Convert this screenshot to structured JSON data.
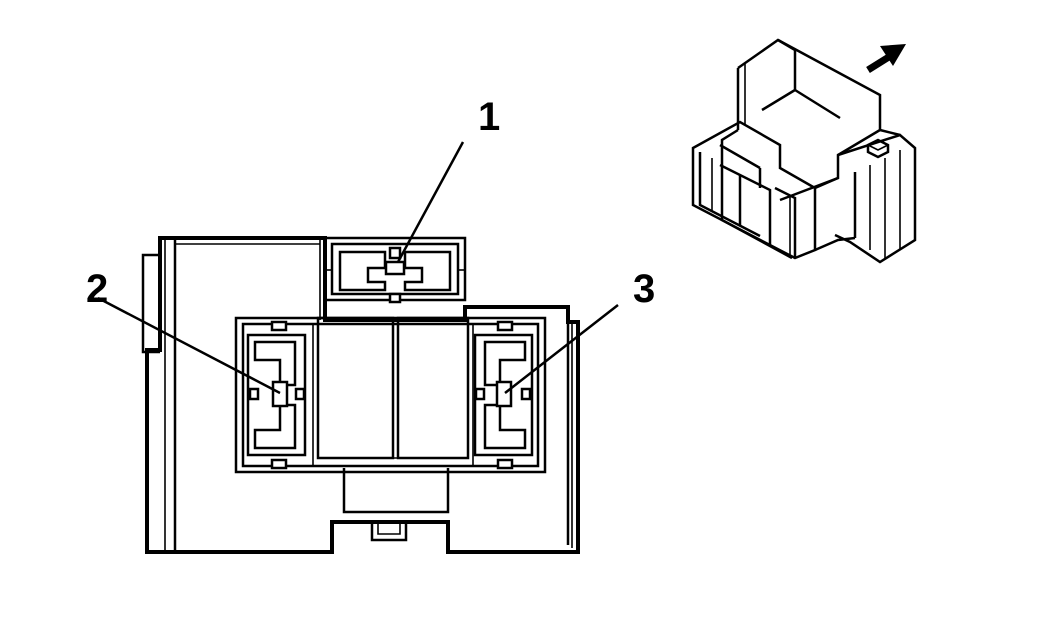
{
  "callouts": [
    {
      "id": "1",
      "label": "1"
    },
    {
      "id": "2",
      "label": "2"
    },
    {
      "id": "3",
      "label": "3"
    }
  ],
  "colors": {
    "line": "#000000",
    "background": "#ffffff"
  },
  "icons": {
    "direction": "arrow-icon"
  }
}
